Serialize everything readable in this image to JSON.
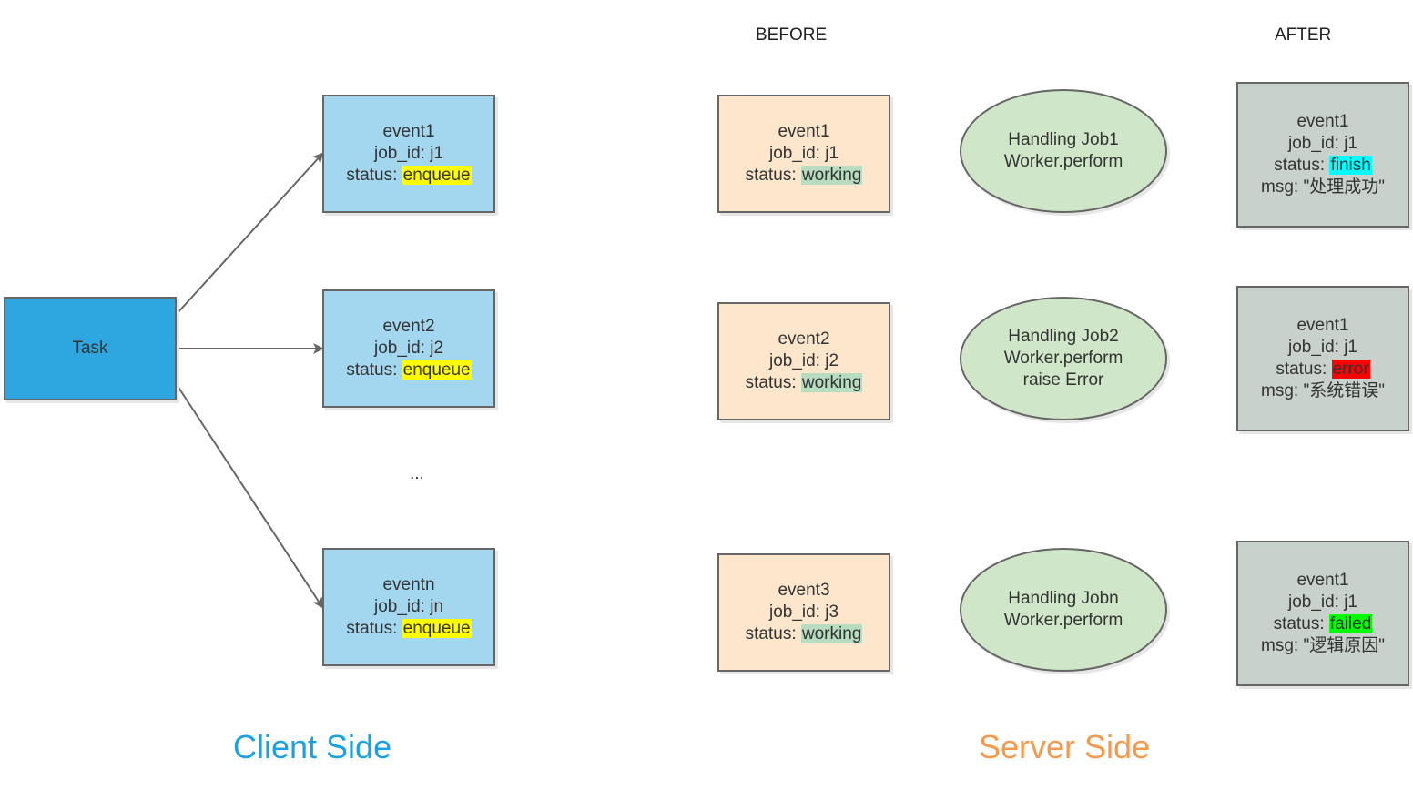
{
  "headers": {
    "before": "BEFORE",
    "after": "AFTER"
  },
  "task": {
    "label": "Task"
  },
  "ellipsis": "...",
  "client_events": [
    {
      "name": "event1",
      "job_id": "job_id: j1",
      "status_label": "status: ",
      "status": "enqueue",
      "status_color": "#ffff00"
    },
    {
      "name": "event2",
      "job_id": "job_id: j2",
      "status_label": "status: ",
      "status": "enqueue",
      "status_color": "#ffff00"
    },
    {
      "name": "eventn",
      "job_id": "job_id: jn",
      "status_label": "status: ",
      "status": "enqueue",
      "status_color": "#ffff00"
    }
  ],
  "before_events": [
    {
      "name": "event1",
      "job_id": "job_id: j1",
      "status_label": "status: ",
      "status": "working",
      "status_color": "#b7dcc0"
    },
    {
      "name": "event2",
      "job_id": "job_id: j2",
      "status_label": "status: ",
      "status": "working",
      "status_color": "#b7dcc0"
    },
    {
      "name": "event3",
      "job_id": "job_id: j3",
      "status_label": "status: ",
      "status": "working",
      "status_color": "#b7dcc0"
    }
  ],
  "workers": [
    {
      "lines": [
        "Handling Job1",
        "Worker.perform"
      ]
    },
    {
      "lines": [
        "Handling Job2",
        "Worker.perform",
        "raise Error"
      ]
    },
    {
      "lines": [
        "Handling Jobn",
        "Worker.perform"
      ]
    }
  ],
  "after_events": [
    {
      "name": "event1",
      "job_id": "job_id: j1",
      "status_label": "status: ",
      "status": "finish",
      "status_color": "#00ffff",
      "msg": "msg: \"处理成功\""
    },
    {
      "name": "event1",
      "job_id": "job_id: j1",
      "status_label": "status: ",
      "status": "error",
      "status_color": "#ff0000",
      "msg": "msg: \"系统错误\""
    },
    {
      "name": "event1",
      "job_id": "job_id: j1",
      "status_label": "status: ",
      "status": "failed",
      "status_color": "#00ff00",
      "msg": "msg: \"逻辑原因\""
    }
  ],
  "side_labels": {
    "client": {
      "text": "Client Side",
      "color": "#1ba1e2"
    },
    "server": {
      "text": "Server Side",
      "color": "#f39a4c"
    }
  }
}
